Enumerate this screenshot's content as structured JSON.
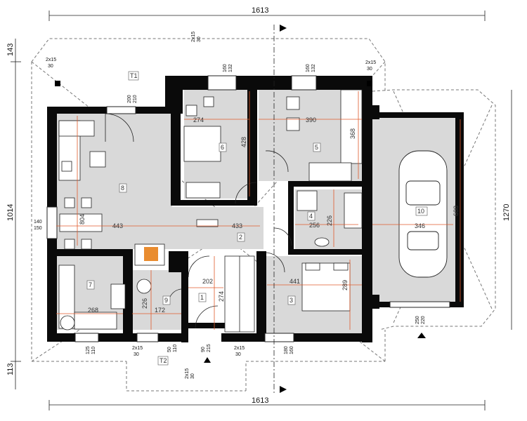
{
  "overall_dimensions": {
    "top_width": "1613",
    "bottom_width": "1613",
    "left_total": "1014",
    "left_top_offset": "143",
    "left_bottom_offset": "113",
    "right_garage_height": "1270"
  },
  "rooms": [
    {
      "number": "1",
      "width": "",
      "depth": "274"
    },
    {
      "number": "2",
      "width": "433",
      "depth": ""
    },
    {
      "number": "3",
      "width": "441",
      "depth": "289"
    },
    {
      "number": "4",
      "width": "256",
      "depth": "226"
    },
    {
      "number": "5",
      "width": "390",
      "depth": "368"
    },
    {
      "number": "6",
      "width": "274",
      "depth": "428"
    },
    {
      "number": "7",
      "width": "268",
      "depth": ""
    },
    {
      "number": "8",
      "width": "443",
      "depth": "804"
    },
    {
      "number": "9",
      "width": "172",
      "depth": "226"
    },
    {
      "number": "10",
      "width": "346",
      "depth": "688"
    },
    {
      "number": "202",
      "width": "",
      "depth": ""
    }
  ],
  "terraces": {
    "t1": "T1",
    "t2": "T2"
  },
  "window_labels": {
    "bedroom6_top": [
      "160",
      "132"
    ],
    "bedroom5_top": [
      "160",
      "132"
    ],
    "living_top": [
      "200",
      "210"
    ],
    "living_side": [
      "140",
      "150"
    ],
    "kitchen_bottom": [
      "125",
      "110"
    ],
    "wc_bottom": [
      "50",
      "110"
    ],
    "entry_door": [
      "90",
      "215"
    ],
    "bedroom3_bottom": [
      "180",
      "160"
    ],
    "garage_door": [
      "250",
      "220"
    ]
  },
  "roof_pitch_labels": {
    "top_left": [
      "2x15",
      "30"
    ],
    "top_center": [
      "2x15",
      "30"
    ],
    "top_right": [
      "2x15",
      "30"
    ],
    "bottom_left": [
      "2x15",
      "30"
    ],
    "bottom_center": [
      "2x15",
      "30"
    ],
    "bottom_right": [
      "2x15",
      "30"
    ]
  },
  "colors": {
    "wall": "#0a0a0a",
    "floor": "#d9d9d9",
    "dimension": "#e05a2b",
    "outline": "#888888"
  }
}
